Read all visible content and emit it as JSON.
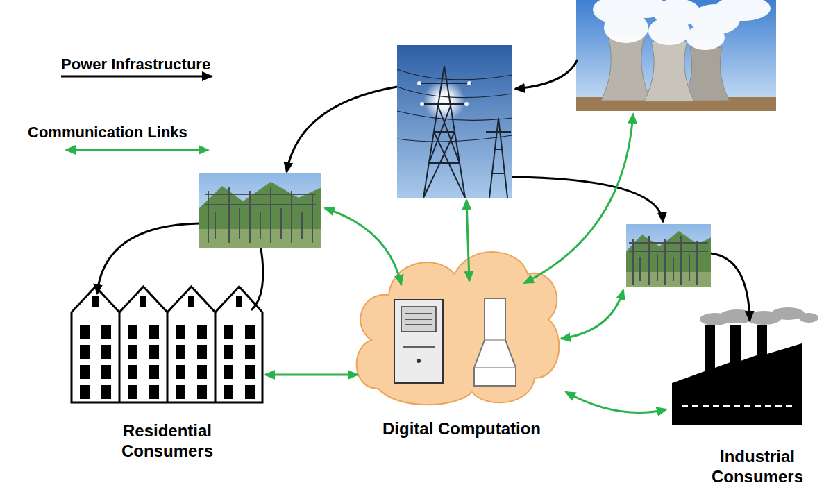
{
  "diagram": {
    "nodes": [
      {
        "text": [
          "Residential Consumers"
        ]
      },
      {
        "text": [
          "Digital Computation"
        ]
      },
      {
        "text": [
          "Industrial Consumers"
        ]
      }
    ],
    "edges": [
      {
        "from": 0,
        "to": 1,
        "arrow": "both"
      },
      {
        "from": 1,
        "to": 2,
        "arrow": "both"
      }
    ],
    "legend": [
      {
        "text": "Power Infrastructure"
      },
      {
        "text": "Communication Links"
      }
    ]
  }
}
